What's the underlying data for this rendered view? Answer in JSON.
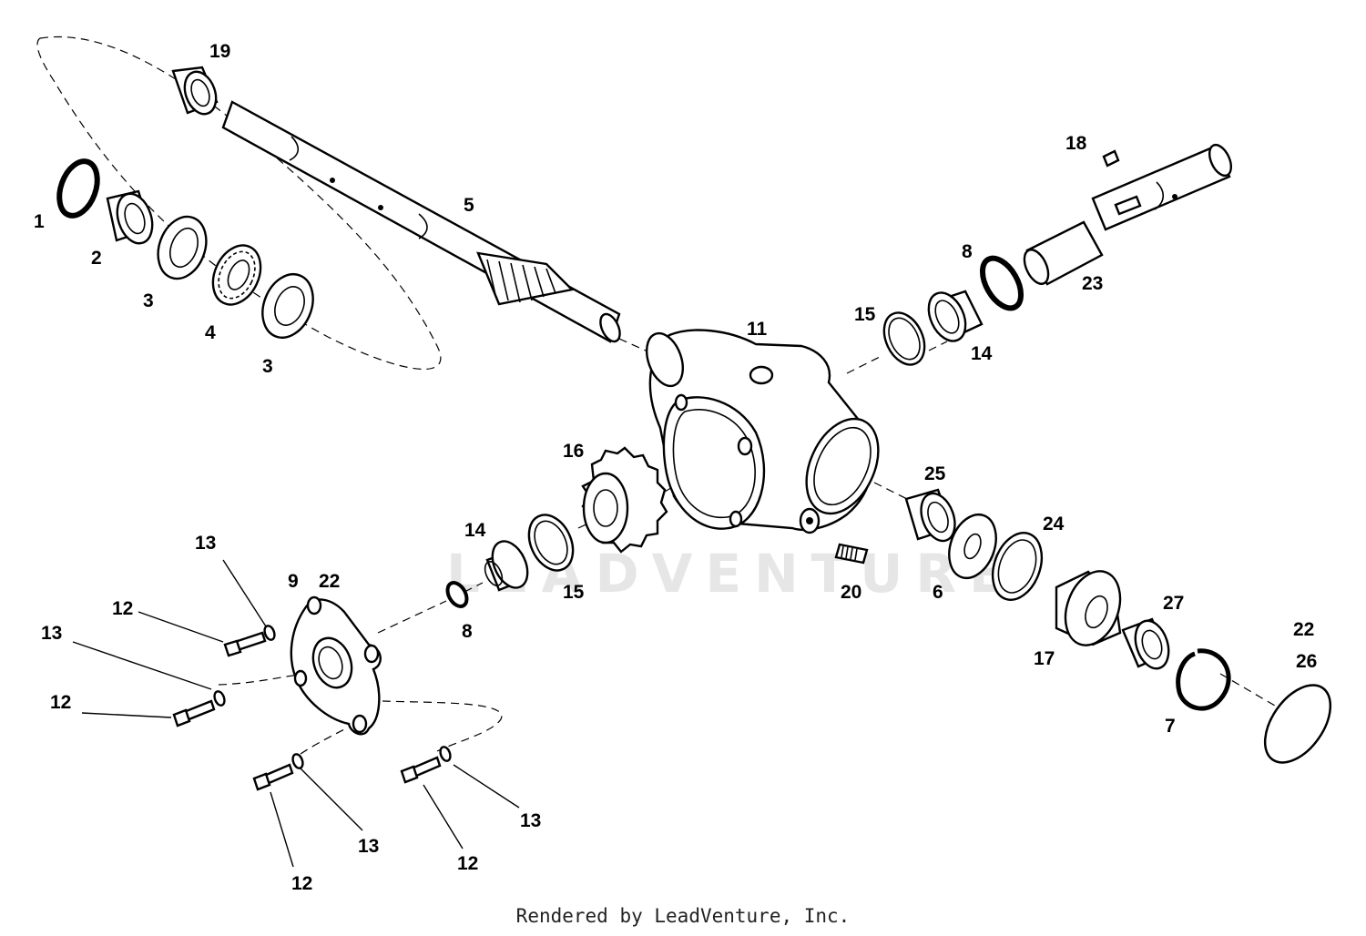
{
  "diagram": {
    "callouts": [
      {
        "id": "c19",
        "text": "19"
      },
      {
        "id": "c1",
        "text": "1"
      },
      {
        "id": "c2",
        "text": "2"
      },
      {
        "id": "c3a",
        "text": "3"
      },
      {
        "id": "c4",
        "text": "4"
      },
      {
        "id": "c3b",
        "text": "3"
      },
      {
        "id": "c5",
        "text": "5"
      },
      {
        "id": "c18",
        "text": "18"
      },
      {
        "id": "c8a",
        "text": "8"
      },
      {
        "id": "c23",
        "text": "23"
      },
      {
        "id": "c15a",
        "text": "15"
      },
      {
        "id": "c14a",
        "text": "14"
      },
      {
        "id": "c11",
        "text": "11"
      },
      {
        "id": "c16",
        "text": "16"
      },
      {
        "id": "c25",
        "text": "25"
      },
      {
        "id": "c24",
        "text": "24"
      },
      {
        "id": "c14b",
        "text": "14"
      },
      {
        "id": "c15b",
        "text": "15"
      },
      {
        "id": "c8b",
        "text": "8"
      },
      {
        "id": "c20",
        "text": "20"
      },
      {
        "id": "c6",
        "text": "6"
      },
      {
        "id": "c13a",
        "text": "13"
      },
      {
        "id": "c9",
        "text": "9"
      },
      {
        "id": "c22a",
        "text": "22"
      },
      {
        "id": "c12a",
        "text": "12"
      },
      {
        "id": "c13b",
        "text": "13"
      },
      {
        "id": "c12b",
        "text": "12"
      },
      {
        "id": "c27",
        "text": "27"
      },
      {
        "id": "c17",
        "text": "17"
      },
      {
        "id": "c22b",
        "text": "22"
      },
      {
        "id": "c26",
        "text": "26"
      },
      {
        "id": "c7",
        "text": "7"
      },
      {
        "id": "c13c",
        "text": "13"
      },
      {
        "id": "c13d",
        "text": "13"
      },
      {
        "id": "c12c",
        "text": "12"
      },
      {
        "id": "c12d",
        "text": "12"
      }
    ],
    "watermark": "LEADVENTURE"
  },
  "footer": {
    "text": "Rendered by LeadVenture, Inc."
  }
}
